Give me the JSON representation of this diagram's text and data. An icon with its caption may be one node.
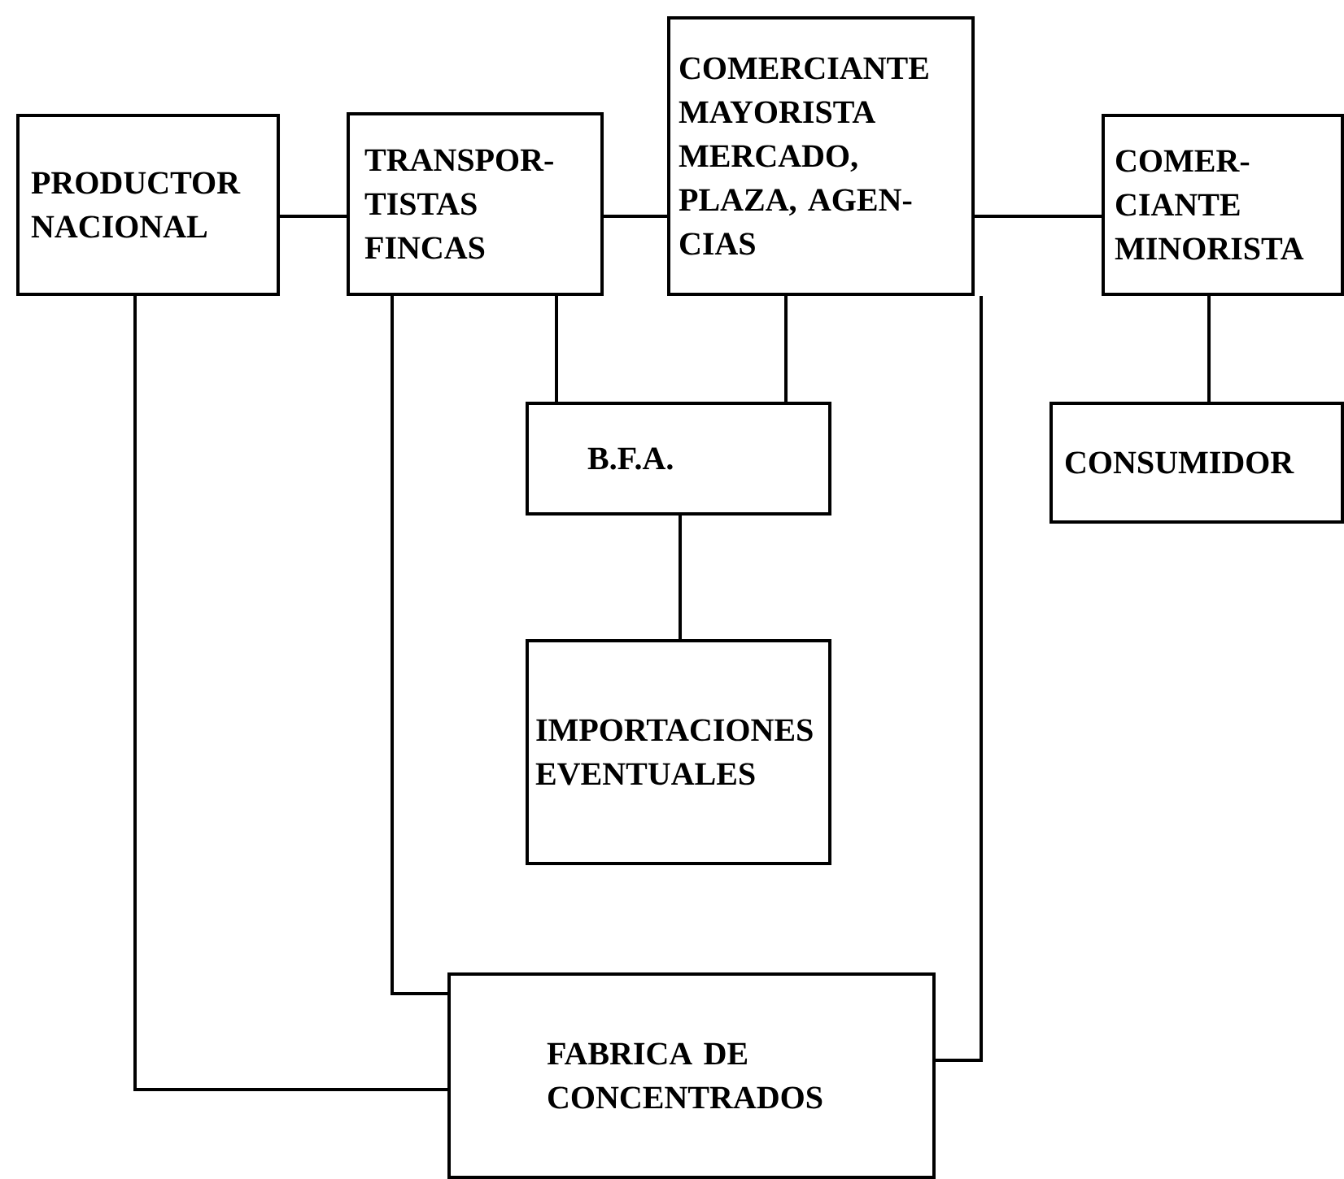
{
  "diagram": {
    "nodes": [
      {
        "text": [
          "PRODUCTOR NACIONAL"
        ]
      },
      {
        "text": [
          "TRANSPOR- TISTAS FINCAS"
        ]
      },
      {
        "text": [
          "COMERCIANTE MAYORISTA MERCADO, PLAZA, AGEN- CIAS"
        ]
      },
      {
        "text": [
          "COMER- CIANTE MINORISTA"
        ]
      },
      {
        "text": [
          "B.F.A."
        ]
      },
      {
        "text": [
          "CONSUMIDOR"
        ]
      },
      {
        "text": [
          "IMPORTACIONES EVENTUALES"
        ]
      },
      {
        "text": [
          "FABRICA DE CONCENTRADOS"
        ]
      }
    ],
    "edges": [
      {
        "from": 0,
        "to": 1,
        "arrow": "none"
      },
      {
        "from": 1,
        "to": 2,
        "arrow": "none"
      },
      {
        "from": 2,
        "to": 3,
        "arrow": "none"
      },
      {
        "from": 3,
        "to": 5,
        "arrow": "none"
      },
      {
        "from": 1,
        "to": 4,
        "arrow": "none"
      },
      {
        "from": 2,
        "to": 4,
        "arrow": "none"
      },
      {
        "from": 4,
        "to": 6,
        "arrow": "none"
      },
      {
        "from": 0,
        "to": 7,
        "arrow": "none"
      },
      {
        "from": 1,
        "to": 7,
        "arrow": "none"
      },
      {
        "from": 2,
        "to": 7,
        "arrow": "none"
      }
    ]
  }
}
